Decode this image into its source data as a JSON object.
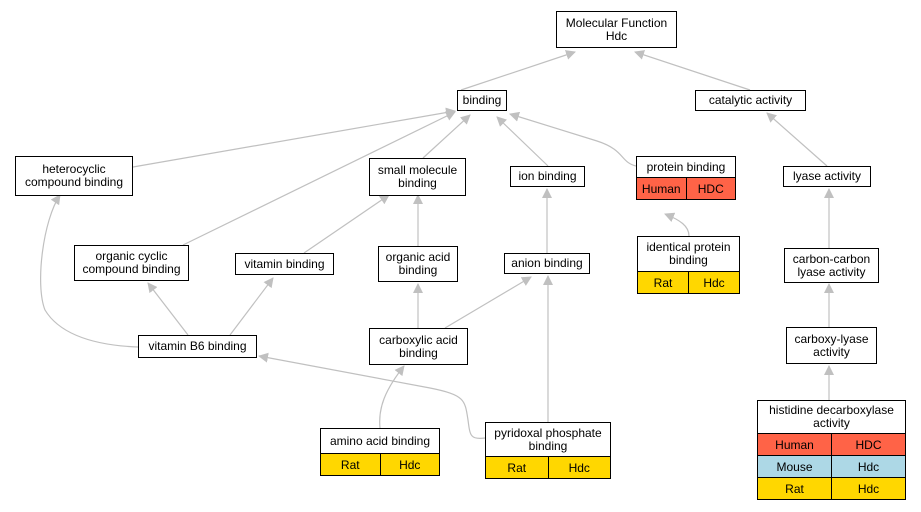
{
  "nodes": {
    "molecular_function": {
      "label": "Molecular Function\nHdc"
    },
    "binding": {
      "label": "binding"
    },
    "catalytic_activity": {
      "label": "catalytic activity"
    },
    "heterocyclic_compound_binding": {
      "label": "heterocyclic\ncompound binding"
    },
    "small_molecule_binding": {
      "label": "small molecule\nbinding"
    },
    "ion_binding": {
      "label": "ion binding"
    },
    "protein_binding": {
      "label": "protein binding",
      "rows": [
        [
          "Human",
          "HDC"
        ]
      ]
    },
    "lyase_activity": {
      "label": "lyase activity"
    },
    "identical_protein_binding": {
      "label": "identical protein\nbinding",
      "rows": [
        [
          "Rat",
          "Hdc"
        ]
      ]
    },
    "organic_cyclic_compound_binding": {
      "label": "organic cyclic\ncompound binding"
    },
    "vitamin_binding": {
      "label": "vitamin binding"
    },
    "organic_acid_binding": {
      "label": "organic acid\nbinding"
    },
    "anion_binding": {
      "label": "anion binding"
    },
    "carbon_carbon_lyase_activity": {
      "label": "carbon-carbon\nlyase activity"
    },
    "vitamin_b6_binding": {
      "label": "vitamin B6 binding"
    },
    "carboxylic_acid_binding": {
      "label": "carboxylic acid\nbinding"
    },
    "carboxy_lyase_activity": {
      "label": "carboxy-lyase\nactivity"
    },
    "amino_acid_binding": {
      "label": "amino acid binding",
      "rows": [
        [
          "Rat",
          "Hdc"
        ]
      ]
    },
    "pyridoxal_phosphate_binding": {
      "label": "pyridoxal phosphate\nbinding",
      "rows": [
        [
          "Rat",
          "Hdc"
        ]
      ]
    },
    "histidine_decarboxylase_activity": {
      "label": "histidine decarboxylase\nactivity",
      "rows": [
        [
          "Human",
          "HDC"
        ],
        [
          "Mouse",
          "Hdc"
        ],
        [
          "Rat",
          "Hdc"
        ]
      ]
    }
  },
  "colors": {
    "Human": "#ff6347",
    "Mouse": "#add8e6",
    "Rat": "#ffd700",
    "edge": "#c0c0c0"
  }
}
